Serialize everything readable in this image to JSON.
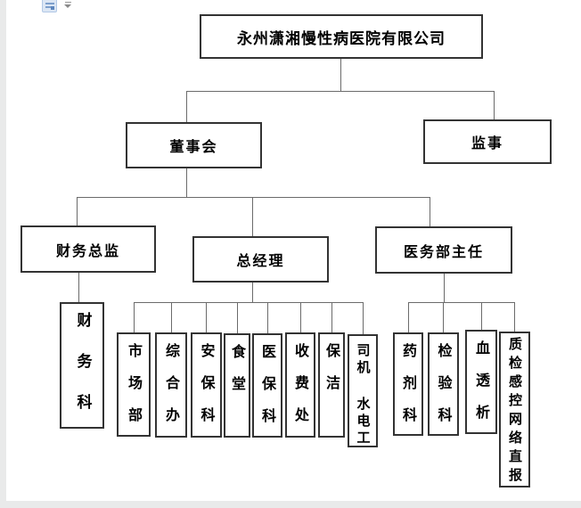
{
  "icons": {
    "paste_options": "paste-options-clipboard",
    "paste_dropdown": "chevron-down"
  },
  "colors": {
    "page_background": "#ffffff",
    "app_edge_background": "#e9eaea",
    "box_border": "#333333",
    "connector_line": "#6b6b6b",
    "text": "#000000",
    "paste_icon_blue": "#7d9fcc"
  },
  "nodes": {
    "company": "永州潇湘慢性病医院有限公司",
    "board": "董事会",
    "supervisor": "监事",
    "finance_director": "财务总监",
    "general_manager": "总经理",
    "medical_dept_director": "医务部主任",
    "finance_section": "财务科",
    "marketing_dept": "市场部",
    "general_office": "综合办",
    "security_section": "安保科",
    "canteen": "食堂",
    "medical_insurance_section": "医保科",
    "fee_office": "收费处",
    "cleaning": "保洁",
    "driver_utilities": "司机 水电工",
    "pharmacy_section": "药剂科",
    "laboratory_section": "检验科",
    "hemodialysis": "血透析",
    "quality_infection_network": "质检感控网络直报"
  },
  "hierarchy": [
    {
      "parent": "永州潇湘慢性病医院有限公司",
      "children": [
        "董事会",
        "监事"
      ]
    },
    {
      "parent": "董事会",
      "children": [
        "财务总监",
        "总经理",
        "医务部主任"
      ]
    },
    {
      "parent": "财务总监",
      "children": [
        "财务科"
      ]
    },
    {
      "parent": "总经理",
      "children": [
        "市场部",
        "综合办",
        "安保科",
        "食堂",
        "医保科",
        "收费处",
        "保洁",
        "司机 水电工"
      ]
    },
    {
      "parent": "医务部主任",
      "children": [
        "药剂科",
        "检验科",
        "血透析",
        "质检感控网络直报"
      ]
    }
  ]
}
